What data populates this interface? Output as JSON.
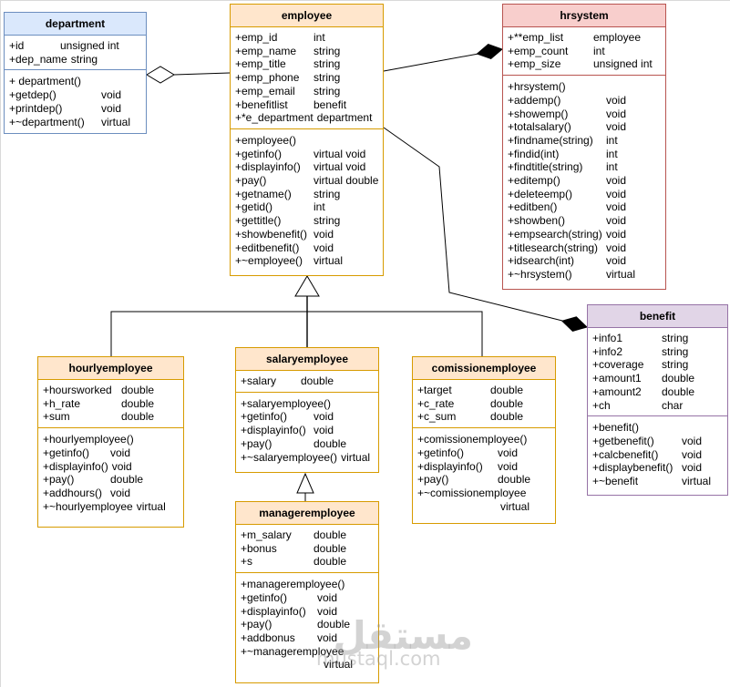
{
  "diagram": {
    "kind": "uml-class-diagram",
    "colors": {
      "blue_fill": "#dae8fc",
      "blue_stroke": "#6c8ebf",
      "orange_fill": "#ffe6cc",
      "orange_stroke": "#d79b00",
      "red_fill": "#f8cecc",
      "red_stroke": "#b85450",
      "purple_fill": "#e1d5e7",
      "purple_stroke": "#9673a6",
      "line": "#000000"
    }
  },
  "classes": {
    "department": {
      "title": "department",
      "fill": "#dae8fc",
      "stroke": "#6c8ebf",
      "attributes": [
        {
          "n": "+id",
          "t": "unsigned int"
        },
        {
          "n": "+dep_name",
          "t": "string"
        }
      ],
      "methods": [
        {
          "n": "+ department()",
          "t": ""
        },
        {
          "n": "+getdep()",
          "t": "void"
        },
        {
          "n": "+printdep()",
          "t": "void"
        },
        {
          "n": "+~department()",
          "t": "virtual"
        }
      ]
    },
    "employee": {
      "title": "employee",
      "fill": "#ffe6cc",
      "stroke": "#d79b00",
      "attributes": [
        {
          "n": "+emp_id",
          "t": "int"
        },
        {
          "n": "+emp_name",
          "t": "string"
        },
        {
          "n": "+emp_title",
          "t": "string"
        },
        {
          "n": "+emp_phone",
          "t": "string"
        },
        {
          "n": "+emp_email",
          "t": "string"
        },
        {
          "n": "+benefitlist",
          "t": "benefit"
        },
        {
          "n": "+*e_department",
          "t": "department"
        }
      ],
      "methods": [
        {
          "n": "+employee()",
          "t": ""
        },
        {
          "n": "+getinfo()",
          "t": "virtual void"
        },
        {
          "n": "+displayinfo()",
          "t": "virtual void"
        },
        {
          "n": "+pay()",
          "t": "virtual double"
        },
        {
          "n": "+getname()",
          "t": "string"
        },
        {
          "n": "+getid()",
          "t": "int"
        },
        {
          "n": "+gettitle()",
          "t": "string"
        },
        {
          "n": "+showbenefit()",
          "t": "void"
        },
        {
          "n": "+editbenefit()",
          "t": "void"
        },
        {
          "n": "+~employee()",
          "t": "virtual"
        }
      ]
    },
    "hrsystem": {
      "title": "hrsystem",
      "fill": "#f8cecc",
      "stroke": "#b85450",
      "attributes": [
        {
          "n": "+**emp_list",
          "t": "employee"
        },
        {
          "n": "+emp_count",
          "t": "int"
        },
        {
          "n": "+emp_size",
          "t": "unsigned int"
        }
      ],
      "methods": [
        {
          "n": "+hrsystem()",
          "t": ""
        },
        {
          "n": "+addemp()",
          "t": "void"
        },
        {
          "n": "+showemp()",
          "t": "void"
        },
        {
          "n": "+totalsalary()",
          "t": "void"
        },
        {
          "n": "+findname(string)",
          "t": "int"
        },
        {
          "n": "+findid(int)",
          "t": "int"
        },
        {
          "n": "+findtitle(string)",
          "t": "int"
        },
        {
          "n": "+editemp()",
          "t": "void"
        },
        {
          "n": "+deleteemp()",
          "t": "void"
        },
        {
          "n": "+editben()",
          "t": "void"
        },
        {
          "n": "+showben()",
          "t": "void"
        },
        {
          "n": "+empsearch(string)",
          "t": "void"
        },
        {
          "n": "+titlesearch(string)",
          "t": "void"
        },
        {
          "n": "+idsearch(int)",
          "t": "void"
        },
        {
          "n": "+~hrsystem()",
          "t": "virtual"
        }
      ]
    },
    "benefit": {
      "title": "benefit",
      "fill": "#e1d5e7",
      "stroke": "#9673a6",
      "attributes": [
        {
          "n": "+info1",
          "t": "string"
        },
        {
          "n": "+info2",
          "t": "string"
        },
        {
          "n": "+coverage",
          "t": "string"
        },
        {
          "n": "+amount1",
          "t": "double"
        },
        {
          "n": "+amount2",
          "t": "double"
        },
        {
          "n": "+ch",
          "t": "char"
        }
      ],
      "methods": [
        {
          "n": "+benefit()",
          "t": ""
        },
        {
          "n": "+getbenefit()",
          "t": "void"
        },
        {
          "n": "+calcbenefit()",
          "t": "void"
        },
        {
          "n": "+displaybenefit()",
          "t": "void"
        },
        {
          "n": "+~benefit",
          "t": "virtual"
        }
      ]
    },
    "hourlyemployee": {
      "title": "hourlyemployee",
      "fill": "#ffe6cc",
      "stroke": "#d79b00",
      "attributes": [
        {
          "n": "+hoursworked",
          "t": "double"
        },
        {
          "n": "+h_rate",
          "t": "double"
        },
        {
          "n": "+sum",
          "t": "double"
        }
      ],
      "methods": [
        {
          "n": "+hourlyemployee()",
          "t": ""
        },
        {
          "n": "+getinfo()",
          "t": "void"
        },
        {
          "n": "+displayinfo()",
          "t": "void"
        },
        {
          "n": "+pay()",
          "t": "double"
        },
        {
          "n": "+addhours()",
          "t": "void"
        },
        {
          "n": "+~hourlyemployee",
          "t": "virtual"
        }
      ]
    },
    "salaryemployee": {
      "title": "salaryemployee",
      "fill": "#ffe6cc",
      "stroke": "#d79b00",
      "attributes": [
        {
          "n": "+salary",
          "t": "double"
        }
      ],
      "methods": [
        {
          "n": "+salaryemployee()",
          "t": ""
        },
        {
          "n": "+getinfo()",
          "t": "void"
        },
        {
          "n": "+displayinfo()",
          "t": "void"
        },
        {
          "n": "+pay()",
          "t": "double"
        },
        {
          "n": "+~salaryemployee()",
          "t": "virtual"
        }
      ]
    },
    "comissionemployee": {
      "title": "comissionemployee",
      "fill": "#ffe6cc",
      "stroke": "#d79b00",
      "attributes": [
        {
          "n": "+target",
          "t": "double"
        },
        {
          "n": "+c_rate",
          "t": "double"
        },
        {
          "n": "+c_sum",
          "t": "double"
        }
      ],
      "methods": [
        {
          "n": "+comissionemployee()",
          "t": ""
        },
        {
          "n": "+getinfo()",
          "t": "void"
        },
        {
          "n": "+displayinfo()",
          "t": "void"
        },
        {
          "n": "+pay()",
          "t": "double"
        },
        {
          "n": "+~comissionemployee",
          "t": "virtual",
          "w": true
        }
      ]
    },
    "manageremployee": {
      "title": "manageremployee",
      "fill": "#ffe6cc",
      "stroke": "#d79b00",
      "attributes": [
        {
          "n": "+m_salary",
          "t": "double"
        },
        {
          "n": "+bonus",
          "t": "double"
        },
        {
          "n": "+s",
          "t": "double"
        }
      ],
      "methods": [
        {
          "n": "+manageremployee()",
          "t": ""
        },
        {
          "n": "+getinfo()",
          "t": "void"
        },
        {
          "n": "+displayinfo()",
          "t": "void"
        },
        {
          "n": "+pay()",
          "t": "double"
        },
        {
          "n": "+addbonus",
          "t": "void"
        },
        {
          "n": "+~manageremployee",
          "t": "virtual",
          "w": true
        }
      ]
    }
  },
  "relationships": [
    {
      "type": "aggregation",
      "whole": "department",
      "part": "employee"
    },
    {
      "type": "composition",
      "whole": "hrsystem",
      "part": "employee"
    },
    {
      "type": "composition",
      "whole": "benefit",
      "part": "employee"
    },
    {
      "type": "generalization",
      "parent": "employee",
      "children": [
        "hourlyemployee",
        "salaryemployee",
        "comissionemployee"
      ]
    },
    {
      "type": "generalization",
      "parent": "salaryemployee",
      "children": [
        "manageremployee"
      ]
    }
  ],
  "watermark": {
    "arabic": "مستقل",
    "site": "mustaql.com"
  }
}
